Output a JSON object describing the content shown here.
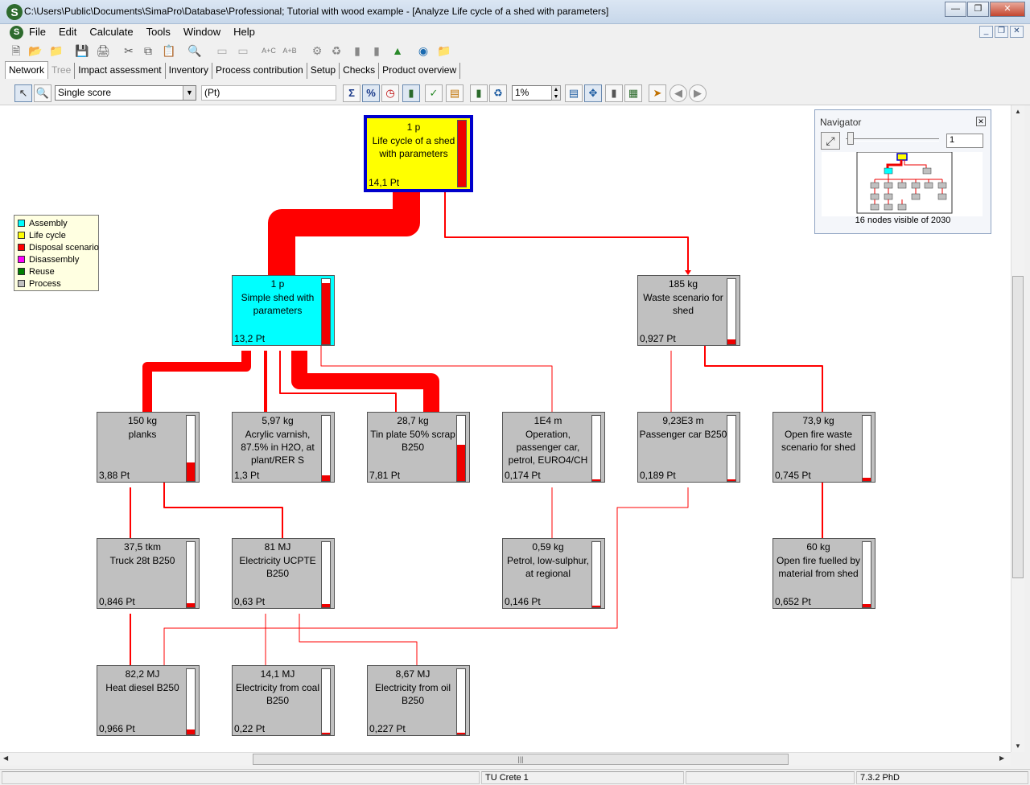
{
  "window": {
    "title": "C:\\Users\\Public\\Documents\\SimaPro\\Database\\Professional; Tutorial with wood example - [Analyze Life cycle of a shed with parameters]",
    "app_icon_letter": "S"
  },
  "menu": {
    "items": [
      "File",
      "Edit",
      "Calculate",
      "Tools",
      "Window",
      "Help"
    ]
  },
  "tabs": [
    "Network",
    "Tree",
    "Impact assessment",
    "Inventory",
    "Process contribution",
    "Setup",
    "Checks",
    "Product overview"
  ],
  "active_tab": "Network",
  "network_toolbar": {
    "indicator_select": "Single score",
    "unit_field": "(Pt)",
    "cutoff_value": "1%"
  },
  "legend": [
    {
      "label": "Assembly",
      "color": "#00ffff"
    },
    {
      "label": "Life cycle",
      "color": "#ffff00"
    },
    {
      "label": "Disposal scenario",
      "color": "#ff0000"
    },
    {
      "label": "Disassembly",
      "color": "#ff00ff"
    },
    {
      "label": "Reuse",
      "color": "#008000"
    },
    {
      "label": "Process",
      "color": "#c0c0c0"
    }
  ],
  "nodes": {
    "root": {
      "qty": "1 p",
      "name": "Life cycle of a shed with parameters",
      "score": "14,1 Pt",
      "fill": 1.0
    },
    "shed": {
      "qty": "1 p",
      "name": "Simple shed with parameters",
      "score": "13,2 Pt",
      "fill": 0.94
    },
    "waste": {
      "qty": "185 kg",
      "name": "Waste scenario for shed",
      "score": "0,927 Pt",
      "fill": 0.066
    },
    "planks": {
      "qty": "150 kg",
      "name": "planks",
      "score": "3,88 Pt",
      "fill": 0.275
    },
    "varnish": {
      "qty": "5,97 kg",
      "name": "Acrylic varnish, 87.5% in H2O, at plant/RER S",
      "score": "1,3 Pt",
      "fill": 0.092
    },
    "tin": {
      "qty": "28,7 kg",
      "name": "Tin plate 50% scrap B250",
      "score": "7,81 Pt",
      "fill": 0.554
    },
    "operation": {
      "qty": "1E4 m",
      "name": "Operation, passenger car, petrol, EURO4/CH",
      "score": "0,174 Pt",
      "fill": 0.012
    },
    "passcar": {
      "qty": "9,23E3 m",
      "name": "Passenger car B250",
      "score": "0,189 Pt",
      "fill": 0.013
    },
    "openfirews": {
      "qty": "73,9 kg",
      "name": "Open fire waste scenario for shed",
      "score": "0,745 Pt",
      "fill": 0.053
    },
    "truck": {
      "qty": "37,5 tkm",
      "name": "Truck 28t B250",
      "score": "0,846 Pt",
      "fill": 0.06
    },
    "elucpte": {
      "qty": "81 MJ",
      "name": "Electricity UCPTE B250",
      "score": "0,63 Pt",
      "fill": 0.045
    },
    "petrol": {
      "qty": "0,59 kg",
      "name": "Petrol, low-sulphur, at regional",
      "score": "0,146 Pt",
      "fill": 0.01
    },
    "openfirefuel": {
      "qty": "60 kg",
      "name": "Open fire fuelled by material from shed",
      "score": "0,652 Pt",
      "fill": 0.046
    },
    "heatdiesel": {
      "qty": "82,2 MJ",
      "name": "Heat diesel B250",
      "score": "0,966 Pt",
      "fill": 0.069
    },
    "elcoal": {
      "qty": "14,1 MJ",
      "name": "Electricity from coal B250",
      "score": "0,22 Pt",
      "fill": 0.016
    },
    "eloil": {
      "qty": "8,67 MJ",
      "name": "Electricity from oil B250",
      "score": "0,227 Pt",
      "fill": 0.016
    }
  },
  "colors": {
    "assembly": "#00ffff",
    "lifecycle": "#ffff00",
    "process": "#c0c0c0",
    "flow": "#ff0000",
    "root_border": "#0000cc"
  },
  "navigator": {
    "title": "Navigator",
    "zoom_value": "1",
    "count_text": "16 nodes visible of 2030"
  },
  "status": {
    "user": "TU Crete 1",
    "version": "7.3.2 PhD"
  }
}
